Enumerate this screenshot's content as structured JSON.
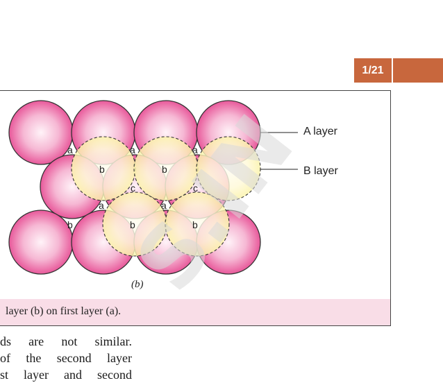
{
  "page": {
    "number": "1/21",
    "accent_color": "#c8673d"
  },
  "figure": {
    "labels": {
      "a_layer": "A layer",
      "b_layer": "B layer",
      "part": "(b)"
    },
    "void_labels": {
      "a": "a",
      "b": "b",
      "c": "c"
    },
    "caption": "layer (b) on first layer (a).",
    "colors": {
      "a_sphere_center": "#fff3f8",
      "a_sphere_edge": "#e8589a",
      "b_sphere_center": "#fffbea",
      "b_sphere_edge": "#fbf3a8",
      "caption_band": "#f9dde7"
    }
  },
  "body_text": [
    [
      "ds",
      "are",
      "not",
      "similar."
    ],
    [
      "of",
      "the",
      "second",
      "layer"
    ],
    [
      "st",
      "layer",
      "and",
      "second"
    ]
  ],
  "watermark": "S.IN"
}
